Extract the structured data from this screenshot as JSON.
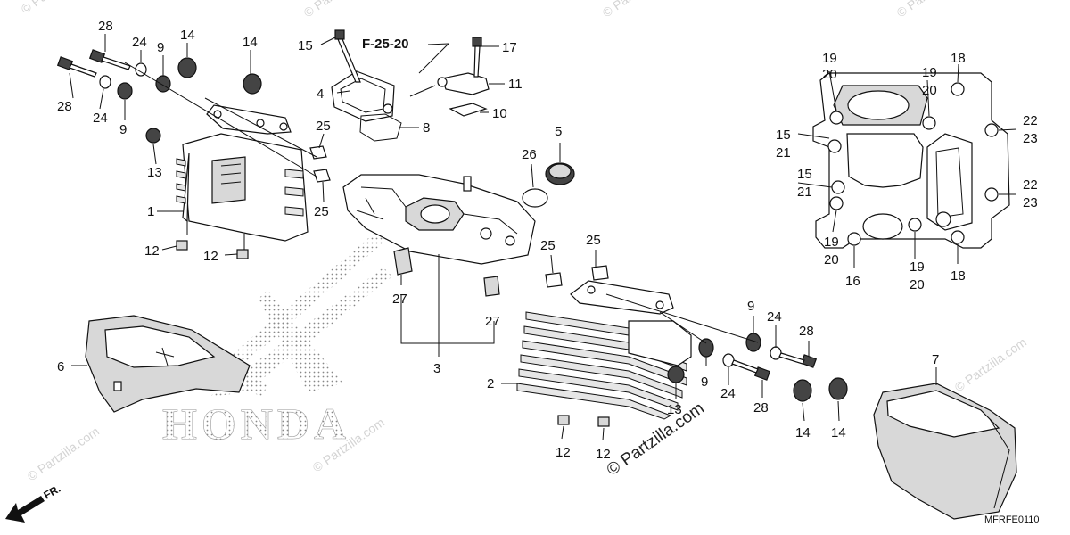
{
  "reference": "F-25-20",
  "diagram_code": "MFRFE0110",
  "front_marker": "FR.",
  "brand_emblem": "HONDA",
  "copyright": "© Partzilla.com",
  "watermark": "© Partzilla.com",
  "callouts": {
    "c28a": "28",
    "c24a": "24",
    "c9a": "9",
    "c14a": "14",
    "c14b": "14",
    "c28b": "28",
    "c24b": "24",
    "c9b": "9",
    "c13": "13",
    "c1": "1",
    "c12a": "12",
    "c12b": "12",
    "c25a": "25",
    "c25b": "25",
    "c15": "15",
    "c4": "4",
    "c8": "8",
    "c17": "17",
    "c11": "11",
    "c10": "10",
    "c26": "26",
    "c5": "5",
    "c27a": "27",
    "c27b": "27",
    "c3": "3",
    "c6": "6",
    "c25c": "25",
    "c25d": "25",
    "c2": "2",
    "c9c": "9",
    "c24c": "24",
    "c28c": "28",
    "c9d": "9",
    "c24d": "24",
    "c28d": "28",
    "c13b": "13",
    "c12c": "12",
    "c12d": "12",
    "c14c": "14",
    "c14d": "14",
    "c7": "7",
    "g19a": "19",
    "g20a": "20",
    "g15a": "15",
    "g21a": "21",
    "g15b": "15",
    "g21b": "21",
    "g19b": "19",
    "g20b": "20",
    "g16": "16",
    "g19c": "19",
    "g20c": "20",
    "g18a": "18",
    "g22a": "22",
    "g23a": "23",
    "g22b": "22",
    "g23b": "23",
    "g19d": "19",
    "g20d": "20",
    "g18b": "18"
  }
}
